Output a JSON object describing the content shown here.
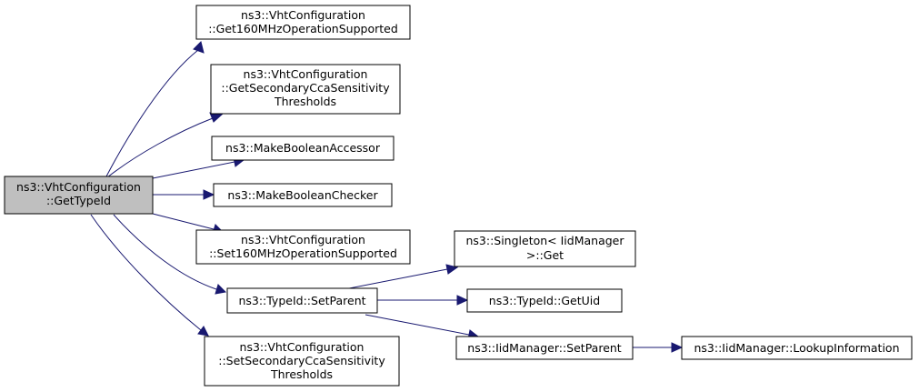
{
  "colors": {
    "edge": "#191970",
    "root_fill": "#bfbfbf",
    "node_fill": "#ffffff",
    "node_border": "#000000"
  },
  "nodes": {
    "root": [
      "ns3::VhtConfiguration",
      "::GetTypeId"
    ],
    "get160": [
      "ns3::VhtConfiguration",
      "::Get160MHzOperationSupported"
    ],
    "getSecCca": [
      "ns3::VhtConfiguration",
      "::GetSecondaryCcaSensitivity",
      "Thresholds"
    ],
    "makeBoolAcc": [
      "ns3::MakeBooleanAccessor"
    ],
    "makeBoolChk": [
      "ns3::MakeBooleanChecker"
    ],
    "set160": [
      "ns3::VhtConfiguration",
      "::Set160MHzOperationSupported"
    ],
    "typeIdSetParent": [
      "ns3::TypeId::SetParent"
    ],
    "setSecCca": [
      "ns3::VhtConfiguration",
      "::SetSecondaryCcaSensitivity",
      "Thresholds"
    ],
    "singletonGet": [
      "ns3::Singleton< IidManager",
      ">::Get"
    ],
    "typeIdGetUid": [
      "ns3::TypeId::GetUid"
    ],
    "iidSetParent": [
      "ns3::IidManager::SetParent"
    ],
    "iidLookup": [
      "ns3::IidManager::LookupInformation"
    ]
  }
}
